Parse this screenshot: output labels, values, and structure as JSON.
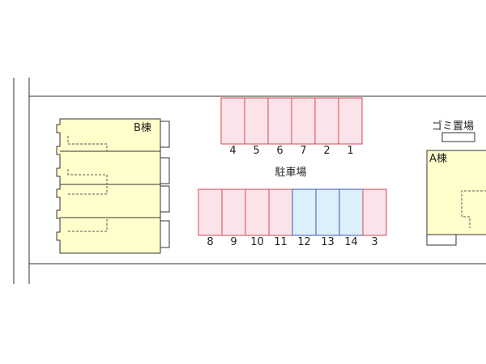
{
  "labels": {
    "building_b": "B棟",
    "building_a": "A棟",
    "parking_lot": "駐車場",
    "garbage_area": "ゴミ置場"
  },
  "parking": {
    "top_row": [
      {
        "number": "4",
        "status": "occupied"
      },
      {
        "number": "5",
        "status": "occupied"
      },
      {
        "number": "6",
        "status": "occupied"
      },
      {
        "number": "7",
        "status": "occupied"
      },
      {
        "number": "2",
        "status": "occupied"
      },
      {
        "number": "1",
        "status": "occupied"
      }
    ],
    "bottom_row": [
      {
        "number": "8",
        "status": "occupied"
      },
      {
        "number": "9",
        "status": "occupied"
      },
      {
        "number": "10",
        "status": "occupied"
      },
      {
        "number": "11",
        "status": "occupied"
      },
      {
        "number": "12",
        "status": "available"
      },
      {
        "number": "13",
        "status": "available"
      },
      {
        "number": "14",
        "status": "available"
      },
      {
        "number": "3",
        "status": "occupied"
      }
    ]
  },
  "colors": {
    "occupied_fill": "#fbe3ea",
    "occupied_stroke": "#d9474f",
    "available_fill": "#dcf0fb",
    "available_stroke": "#3c55b8",
    "building_fill": "#ffffcc",
    "line": "#333333"
  }
}
